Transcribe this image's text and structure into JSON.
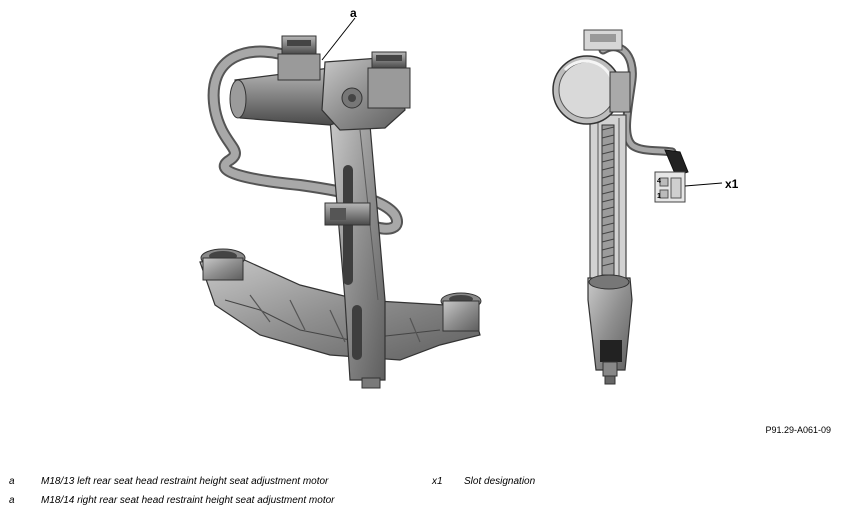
{
  "callouts": {
    "a": "a",
    "x1": "x1",
    "pin_upper": "4",
    "pin_lower": "1"
  },
  "doc_id": "P91.29-A061-09",
  "legend": [
    {
      "key": "a",
      "text": "M18/13 left rear seat head restraint height seat adjustment motor"
    },
    {
      "key": "a",
      "text": "M18/14 right rear seat head restraint height seat adjustment motor"
    },
    {
      "key": "x1",
      "text": "Slot designation"
    }
  ]
}
